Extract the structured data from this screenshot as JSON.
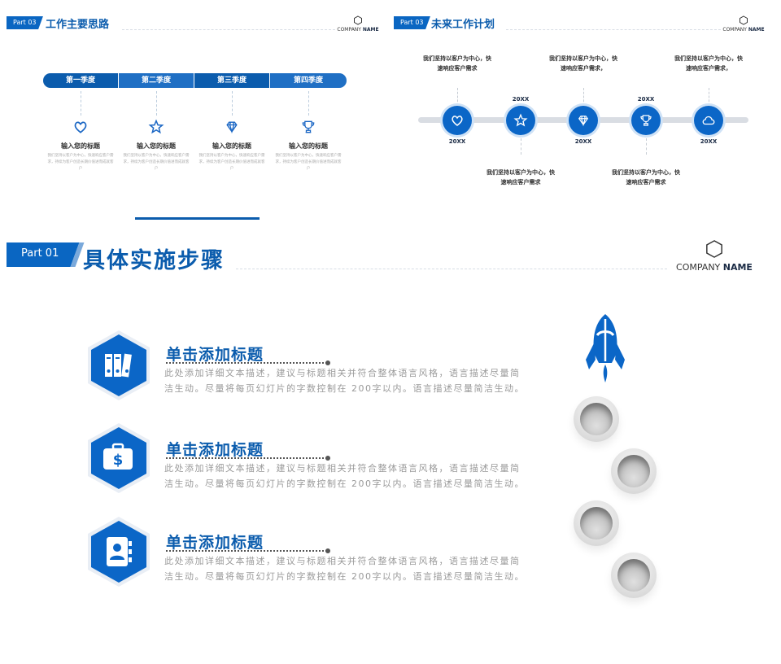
{
  "slide_q": {
    "part": "Part 03",
    "title": "工作主要思路",
    "company": "COMPANY",
    "company_bold": "NAME",
    "quarters": [
      "第一季度",
      "第二季度",
      "第三季度",
      "第四季度"
    ],
    "items": [
      {
        "icon": "heart-icon",
        "title": "输入您的标题",
        "desc": "我们坚持以客户为中心，快速响应客户需求，持续为客户创造长期价值进而成就客户"
      },
      {
        "icon": "star-icon",
        "title": "输入您的标题",
        "desc": "我们坚持以客户为中心，快速响应客户需求，持续为客户创造长期价值进而成就客户"
      },
      {
        "icon": "diamond-icon",
        "title": "输入您的标题",
        "desc": "我们坚持以客户为中心，快速响应客户需求，持续为客户创造长期价值进而成就客户"
      },
      {
        "icon": "trophy-icon",
        "title": "输入您的标题",
        "desc": "我们坚持以客户为中心，快速响应客户需求，持续为客户创造长期价值进而成就客户"
      }
    ]
  },
  "slide_t": {
    "part": "Part 03",
    "title": "未来工作计划",
    "company": "COMPANY",
    "company_bold": "NAME",
    "nodes": [
      {
        "icon": "heart-icon",
        "year": "20XX",
        "text": "我们坚持以客户为中心，快速响应客户需求"
      },
      {
        "icon": "star-icon",
        "year": "20XX",
        "text": "我们坚持以客户为中心，快速响应客户需求"
      },
      {
        "icon": "diamond-icon",
        "year": "20XX",
        "text": "我们坚持以客户为中心，快速响应客户需求，"
      },
      {
        "icon": "trophy-icon",
        "year": "20XX",
        "text": "我们坚持以客户为中心，快速响应客户需求"
      },
      {
        "icon": "cloud-icon",
        "year": "20XX",
        "text": "我们坚持以客户为中心，快速响应客户需求，"
      }
    ]
  },
  "slide_main": {
    "part": "Part 01",
    "title": "具体实施步骤",
    "company": "COMPANY",
    "company_bold": "NAME",
    "steps": [
      {
        "icon": "binders-icon",
        "title": "单击添加标题",
        "desc": "此处添加详细文本描述，建议与标题相关并符合整体语言风格，语言描述尽量简洁生动。尽量将每页幻灯片的字数控制在 200字以内。语言描述尽量简洁生动。"
      },
      {
        "icon": "briefcase-dollar-icon",
        "title": "单击添加标题",
        "desc": "此处添加详细文本描述，建议与标题相关并符合整体语言风格，语言描述尽量简洁生动。尽量将每页幻灯片的字数控制在 200字以内。语言描述尽量简洁生动。"
      },
      {
        "icon": "contacts-book-icon",
        "title": "单击添加标题",
        "desc": "此处添加详细文本描述，建议与标题相关并符合整体语言风格，语言描述尽量简洁生动。尽量将每页幻灯片的字数控制在 200字以内。语言描述尽量简洁生动。"
      }
    ]
  },
  "colors": {
    "primary": "#0b5cad",
    "accent": "#1f6fc4",
    "light": "#cfe2f6"
  }
}
